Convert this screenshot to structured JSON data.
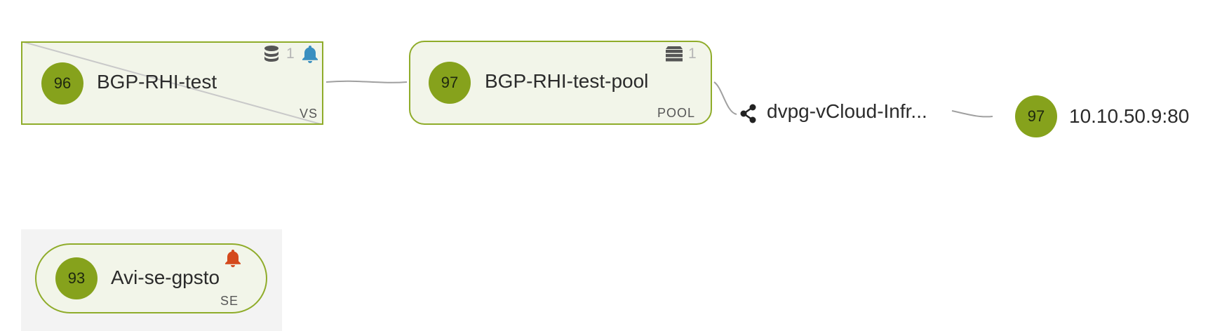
{
  "nodes": {
    "virtual_service": {
      "health_score": "96",
      "name": "BGP-RHI-test",
      "type": "VS",
      "count": "1",
      "count_icon": "database-icon",
      "alert_icon": "bell-icon",
      "alert_color": "#3a8fc0"
    },
    "pool": {
      "health_score": "97",
      "name": "BGP-RHI-test-pool",
      "type": "POOL",
      "count": "1",
      "count_icon": "server-stack-icon"
    },
    "network": {
      "name": "dvpg-vCloud-Infr...",
      "icon": "share-icon"
    },
    "server": {
      "health_score": "97",
      "address": "10.10.50.9:80"
    },
    "service_engine": {
      "health_score": "93",
      "name": "Avi-se-gpsto",
      "type": "SE",
      "alert_icon": "bell-icon",
      "alert_color": "#d4491c"
    }
  },
  "colors": {
    "health_green": "#86a21c",
    "node_border": "#8fac2a",
    "node_fill": "#f2f5e9",
    "connector": "#a0a0a0"
  }
}
